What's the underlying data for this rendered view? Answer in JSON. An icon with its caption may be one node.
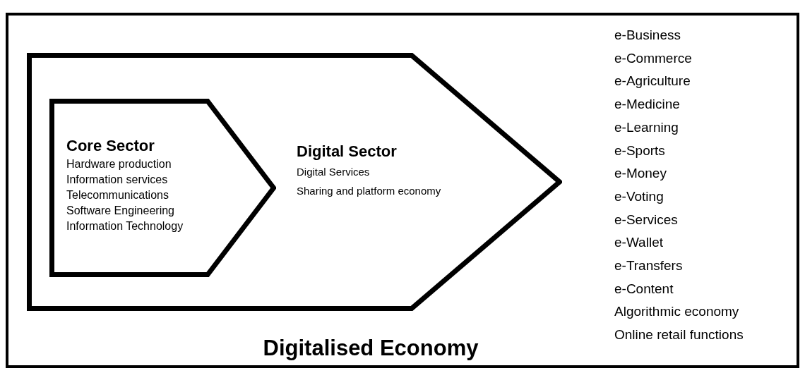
{
  "diagram": {
    "nodes": [
      {
        "text": [
          "Digitalised Economy"
        ]
      },
      {
        "text": [
          "Digital Sector",
          "Digital Services",
          "Sharing and platform economy"
        ],
        "in": 0
      },
      {
        "text": [
          "Core Sector",
          "Hardware production",
          "Information services",
          "Telecommunications",
          "Software Engineering",
          "Information Technology"
        ],
        "in": 1
      }
    ],
    "labels": [
      "e-Business",
      "e-Commerce",
      "e-Agriculture",
      "e-Medicine",
      "e-Learning",
      "e-Sports",
      "e-Money",
      "e-Voting",
      "e-Services",
      "e-Wallet",
      "e-Transfers",
      "e-Content",
      "Algorithmic economy",
      "Online retail functions"
    ]
  }
}
